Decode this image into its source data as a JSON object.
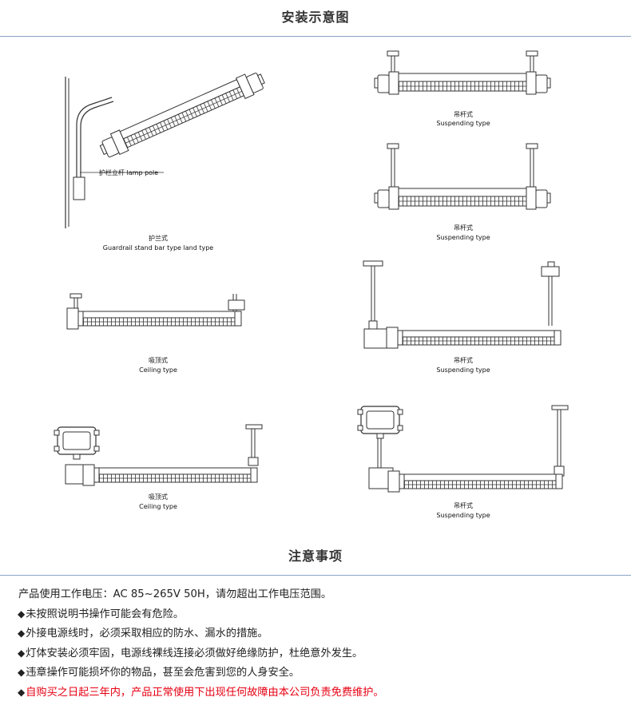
{
  "titles": {
    "install": "安装示意图",
    "notes": "注意事项"
  },
  "figures": [
    {
      "zh": "护兰式",
      "en": "Guardrail stand bar type land type"
    },
    {
      "zh": "吊杆式",
      "en": "Suspending type"
    },
    {
      "zh": "吊杆式",
      "en": "Suspending type"
    },
    {
      "zh": "吸顶式",
      "en": "Ceiling type"
    },
    {
      "zh": "吊杆式",
      "en": "Suspending type"
    },
    {
      "zh": "吸顶式",
      "en": "Ceiling type"
    },
    {
      "zh": "吊杆式",
      "en": "Suspending type"
    }
  ],
  "pole_label": "护栏立杆 lamp pole",
  "notes": [
    {
      "bullet": "",
      "text": "产品使用工作电压：AC 85~265V 50H，请勿超出工作电压范围。"
    },
    {
      "bullet": "◆",
      "text": "未按照说明书操作可能会有危险。"
    },
    {
      "bullet": "◆",
      "text": "外接电源线时，必须采取相应的防水、漏水的措施。"
    },
    {
      "bullet": "◆",
      "text": "灯体安装必须牢固，电源线裸线连接必须做好绝缘防护，杜绝意外发生。"
    },
    {
      "bullet": "◆",
      "text": "违章操作可能损坏你的物品，甚至会危害到您的人身安全。"
    },
    {
      "bullet": "◆",
      "text": "自购买之日起三年内，产品正常使用下出现任何故障由本公司负责免费维护。"
    }
  ],
  "colors": {
    "rule": "#8aa4c4",
    "warning_text": "#e60012"
  }
}
